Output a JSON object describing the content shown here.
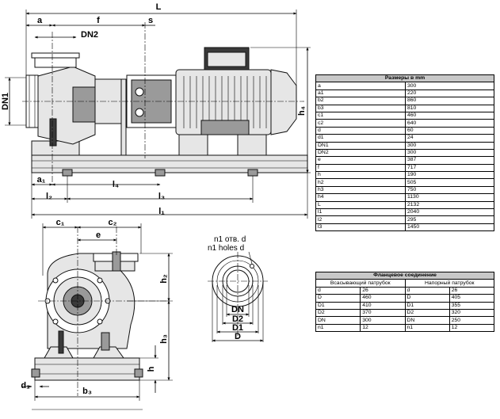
{
  "dimension_labels": {
    "L": "L",
    "a": "a",
    "f": "f",
    "s": "s",
    "DN2": "DN2",
    "DN1": "DN1",
    "h4": "h₄",
    "a1": "a₁",
    "l4": "l₄",
    "l2": "l₂",
    "l3": "l₃",
    "l1": "l₁",
    "c1": "c₁",
    "c2": "c₂",
    "e": "e",
    "h2": "h₂",
    "h3": "h₃",
    "h": "h",
    "d1": "d₁",
    "b3": "b₃",
    "n1_ru": "n1 отв. d",
    "n1_en": "n1 holes d",
    "DN": "DN",
    "D2": "D2",
    "D1": "D1",
    "D": "D"
  },
  "sizes_table": {
    "title": "Размеры в mm",
    "rows": [
      [
        "a",
        "300"
      ],
      [
        "a1",
        "220"
      ],
      [
        "b2",
        "860"
      ],
      [
        "b3",
        "810"
      ],
      [
        "c1",
        "460"
      ],
      [
        "c2",
        "640"
      ],
      [
        "d",
        "60"
      ],
      [
        "d1",
        "24"
      ],
      [
        "DN1",
        "300"
      ],
      [
        "DN2",
        "300"
      ],
      [
        "e",
        "387"
      ],
      [
        "f",
        "717"
      ],
      [
        "h",
        "190"
      ],
      [
        "h2",
        "505"
      ],
      [
        "h3",
        "750"
      ],
      [
        "h4",
        "1130"
      ],
      [
        "L",
        "2132"
      ],
      [
        "l1",
        "2040"
      ],
      [
        "l2",
        "295"
      ],
      [
        "l3",
        "1450"
      ]
    ]
  },
  "flange_table": {
    "title": "Фланцевое соединение",
    "suction_header": "Всасывающий патрубок",
    "discharge_header": "Напорный патрубок",
    "rows": [
      [
        "d",
        "26",
        "d",
        "26"
      ],
      [
        "D",
        "460",
        "D",
        "405"
      ],
      [
        "D1",
        "410",
        "D1",
        "355"
      ],
      [
        "D2",
        "370",
        "D2",
        "320"
      ],
      [
        "DN",
        "300",
        "DN",
        "250"
      ],
      [
        "n1",
        "12",
        "n1",
        "12"
      ]
    ]
  }
}
